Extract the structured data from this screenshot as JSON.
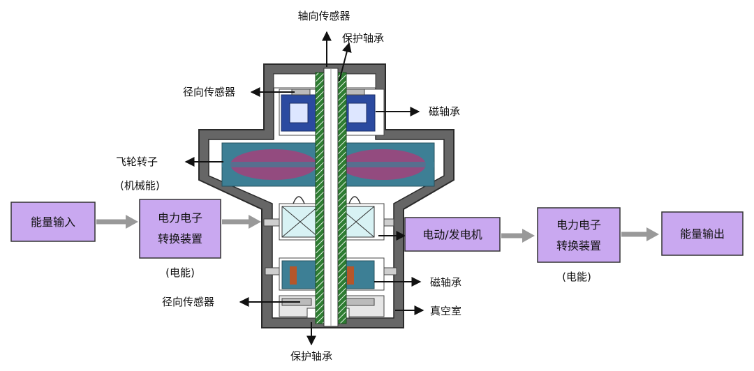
{
  "colors": {
    "box_fill": "#c9a8f0",
    "housing": "#5a5a5a",
    "rotor": "#3d7f95",
    "rotor_core": "#b03a78",
    "magnet_blue": "#2b4aa0",
    "shaft_green": "#2e7d32",
    "orange_core": "#f06a1a",
    "flow_arrow": "#999999"
  },
  "flow": {
    "energy_input": "能量输入",
    "converter_left_line1": "电力电子",
    "converter_left_line2": "转换装置",
    "electric_energy_left": "(电能)",
    "motor_generator": "电动/发电机",
    "converter_right_line1": "电力电子",
    "converter_right_line2": "转换装置",
    "electric_energy_right": "(电能)",
    "energy_output": "能量输出"
  },
  "labels": {
    "axial_sensor": "轴向传感器",
    "protect_bearing_top": "保护轴承",
    "radial_sensor_top": "径向传感器",
    "magnetic_bearing_top": "磁轴承",
    "flywheel_rotor": "飞轮转子",
    "mechanical_energy": "(机械能)",
    "magnetic_bearing_bottom": "磁轴承",
    "radial_sensor_bottom": "径向传感器",
    "vacuum_chamber": "真空室",
    "protect_bearing_bottom": "保护轴承"
  }
}
